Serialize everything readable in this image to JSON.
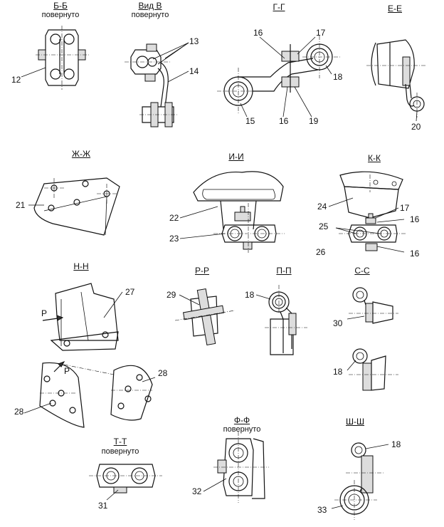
{
  "sections": {
    "bb": {
      "title": "Б-Б",
      "note": "повернуто"
    },
    "vidv": {
      "title": "Вид В",
      "note": "повернуто"
    },
    "gg": {
      "title": "Г-Г"
    },
    "ee": {
      "title": "Е-Е"
    },
    "zhzh": {
      "title": "Ж-Ж"
    },
    "ii": {
      "title": "И-И"
    },
    "kk": {
      "title": "К-К"
    },
    "nn": {
      "title": "Н-Н"
    },
    "rr": {
      "title": "Р-Р"
    },
    "pp": {
      "title": "П-П"
    },
    "ss": {
      "title": "С-С"
    },
    "tt": {
      "title": "Т-Т",
      "note": "повернуто"
    },
    "ff": {
      "title": "Ф-Ф",
      "note": "повернуто"
    },
    "shsh": {
      "title": "Ш-Ш"
    }
  },
  "callouts": {
    "c12": "12",
    "c13": "13",
    "c14": "14",
    "c15": "15",
    "c16a": "16",
    "c16b": "16",
    "c16c": "16",
    "c16d": "16",
    "c17a": "17",
    "c17b": "17",
    "c18a": "18",
    "c18b": "18",
    "c18c": "18",
    "c18d": "18",
    "c19": "19",
    "c20": "20",
    "c21": "21",
    "c22": "22",
    "c23": "23",
    "c24": "24",
    "c25": "25",
    "c26": "26",
    "c27": "27",
    "c28a": "28",
    "c28b": "28",
    "c29": "29",
    "c30": "30",
    "c31": "31",
    "c32": "32",
    "c33": "33"
  },
  "force_labels": {
    "p1": "Р",
    "p2": "Р"
  }
}
